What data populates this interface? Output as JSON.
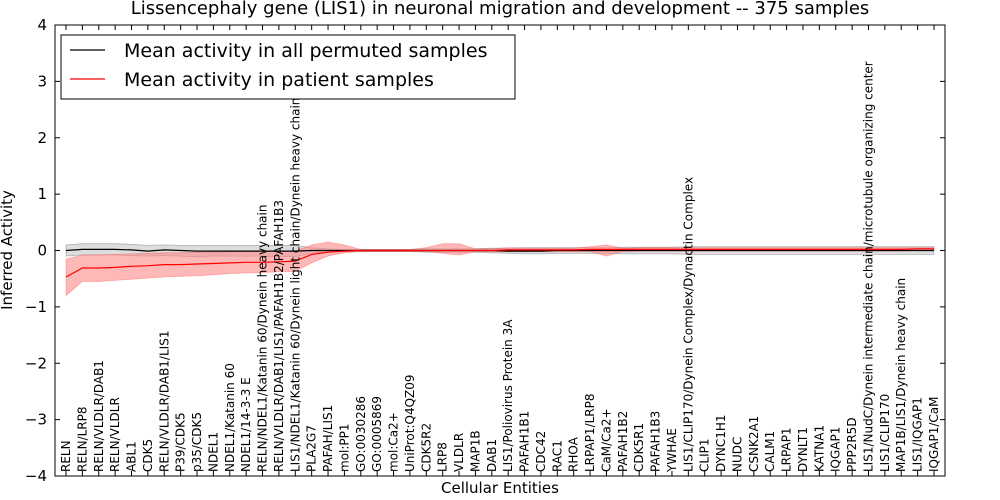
{
  "chart_data": {
    "type": "line",
    "title": "Lissencephaly gene (LIS1) in neuronal migration and development -- 375 samples",
    "xlabel": "Cellular Entities",
    "ylabel": "Inferred Activity",
    "ylim": [
      -4,
      4
    ],
    "yticks": [
      -4,
      -3,
      -2,
      -1,
      0,
      1,
      2,
      3,
      4
    ],
    "ytick_labels": [
      "−4",
      "−3",
      "−2",
      "−1",
      "0",
      "1",
      "2",
      "3",
      "4"
    ],
    "grid": false,
    "legend": "upper-left",
    "categories": [
      "RELN",
      "RELN/LRP8",
      "RELN/VLDLR/DAB1",
      "RELN/VLDLR",
      "ABL1",
      "CDK5",
      "RELN/VLDLR/DAB1/LIS1",
      "P39/CDK5",
      "p35/CDK5",
      "NDEL1",
      "NDEL1/Katanin 60",
      "NDEL1/14-3-3 E",
      "RELN/NDEL1/Katanin 60/Dynein heavy chain",
      "RELN/VLDLR/DAB1/LIS1/PAFAH1B2/PAFAH1B3",
      "LIS1/NDEL1/Katanin 60/Dynein light chain/Dynein heavy chain",
      "PLA2G7",
      "PAFAH/LIS1",
      "mol:PP1",
      "GO:0030286",
      "GO:0005869",
      "mol:Ca2+",
      "UniProt:Q4QZ09",
      "CDK5R2",
      "LRP8",
      "VLDLR",
      "MAP1B",
      "DAB1",
      "LIS1/Poliovirus Protein 3A",
      "PAFAH1B1",
      "CDC42",
      "RAC1",
      "RHOA",
      "LRPAP1/LRP8",
      "CaM/Ca2+",
      "PAFAH1B2",
      "CDK5R1",
      "PAFAH1B3",
      "YWHAE",
      "LIS1/CLIP170/Dynein Complex/Dynactin Complex",
      "CLIP1",
      "DYNC1H1",
      "NUDC",
      "CSNK2A1",
      "CALM1",
      "LRPAP1",
      "DYNLT1",
      "KATNA1",
      "IQGAP1",
      "PPP2R5D",
      "LIS1/NudC/Dynein intermediate chain/microtubule organizing center",
      "LIS1/CLIP170",
      "MAP1B/LIS1/Dynein heavy chain",
      "LIS1/IQGAP1",
      "IQGAP1/CaM"
    ],
    "series": [
      {
        "name": "Mean activity in all permuted samples",
        "color": "#000000",
        "band_color": "#bbbbbb",
        "values": [
          0.0,
          0.02,
          0.02,
          0.02,
          0.01,
          -0.01,
          0.01,
          0.0,
          -0.01,
          -0.01,
          -0.01,
          -0.01,
          -0.01,
          -0.01,
          -0.01,
          0.0,
          0.0,
          0.0,
          0.0,
          0.0,
          0.0,
          0.0,
          0.0,
          0.0,
          0.0,
          0.0,
          0.0,
          -0.01,
          -0.01,
          -0.01,
          0.0,
          0.0,
          0.0,
          0.0,
          0.0,
          0.0,
          0.0,
          0.0,
          0.0,
          0.0,
          0.0,
          0.0,
          0.0,
          0.0,
          0.0,
          0.0,
          0.0,
          0.0,
          0.0,
          0.0,
          0.0,
          0.0,
          0.0,
          0.0
        ],
        "lower": [
          -0.1,
          -0.08,
          -0.08,
          -0.08,
          -0.09,
          -0.1,
          -0.09,
          -0.1,
          -0.11,
          -0.1,
          -0.1,
          -0.1,
          -0.1,
          -0.11,
          -0.11,
          -0.05,
          -0.03,
          -0.02,
          -0.02,
          -0.02,
          -0.02,
          -0.02,
          -0.03,
          -0.03,
          -0.03,
          -0.03,
          -0.04,
          -0.05,
          -0.06,
          -0.06,
          -0.05,
          -0.05,
          -0.05,
          -0.05,
          -0.06,
          -0.06,
          -0.06,
          -0.06,
          -0.07,
          -0.07,
          -0.07,
          -0.07,
          -0.07,
          -0.07,
          -0.07,
          -0.07,
          -0.07,
          -0.07,
          -0.07,
          -0.07,
          -0.07,
          -0.07,
          -0.07,
          -0.07
        ],
        "upper": [
          0.1,
          0.12,
          0.12,
          0.12,
          0.11,
          0.09,
          0.1,
          0.09,
          0.09,
          0.09,
          0.09,
          0.09,
          0.09,
          0.09,
          0.09,
          0.05,
          0.03,
          0.02,
          0.02,
          0.02,
          0.02,
          0.02,
          0.03,
          0.03,
          0.03,
          0.03,
          0.04,
          0.04,
          0.05,
          0.05,
          0.05,
          0.05,
          0.05,
          0.05,
          0.06,
          0.06,
          0.06,
          0.06,
          0.07,
          0.07,
          0.07,
          0.07,
          0.07,
          0.07,
          0.07,
          0.07,
          0.07,
          0.07,
          0.07,
          0.07,
          0.07,
          0.07,
          0.07,
          0.07
        ]
      },
      {
        "name": "Mean activity in patient samples",
        "color": "#ff0000",
        "band_color": "#ff8888",
        "values": [
          -0.47,
          -0.31,
          -0.31,
          -0.3,
          -0.28,
          -0.27,
          -0.25,
          -0.25,
          -0.24,
          -0.23,
          -0.22,
          -0.21,
          -0.21,
          -0.2,
          -0.19,
          -0.07,
          -0.03,
          -0.01,
          0.0,
          0.0,
          0.0,
          0.0,
          0.0,
          0.0,
          0.0,
          0.0,
          0.0,
          0.01,
          0.01,
          0.01,
          0.01,
          0.01,
          0.02,
          0.02,
          0.02,
          0.02,
          0.02,
          0.02,
          0.02,
          0.02,
          0.02,
          0.02,
          0.02,
          0.02,
          0.02,
          0.02,
          0.02,
          0.02,
          0.02,
          0.02,
          0.02,
          0.02,
          0.03,
          0.03
        ],
        "lower": [
          -0.8,
          -0.55,
          -0.55,
          -0.53,
          -0.51,
          -0.49,
          -0.47,
          -0.46,
          -0.45,
          -0.43,
          -0.41,
          -0.4,
          -0.39,
          -0.38,
          -0.37,
          -0.22,
          -0.1,
          -0.04,
          -0.02,
          -0.02,
          -0.02,
          -0.02,
          -0.02,
          -0.05,
          -0.08,
          -0.02,
          -0.02,
          -0.02,
          -0.02,
          -0.02,
          -0.02,
          -0.02,
          -0.02,
          -0.1,
          -0.02,
          -0.01,
          -0.01,
          -0.01,
          -0.01,
          -0.01,
          -0.01,
          -0.01,
          -0.01,
          -0.01,
          -0.01,
          -0.01,
          -0.01,
          -0.01,
          -0.01,
          -0.01,
          -0.01,
          -0.01,
          0.0,
          0.0
        ],
        "upper": [
          -0.15,
          -0.08,
          -0.08,
          -0.07,
          -0.06,
          -0.05,
          -0.04,
          -0.04,
          -0.03,
          -0.03,
          -0.02,
          -0.02,
          -0.02,
          -0.02,
          -0.01,
          0.1,
          0.15,
          0.1,
          0.02,
          0.02,
          0.02,
          0.02,
          0.05,
          0.12,
          0.12,
          0.03,
          0.03,
          0.05,
          0.04,
          0.04,
          0.04,
          0.04,
          0.07,
          0.1,
          0.04,
          0.05,
          0.05,
          0.05,
          0.05,
          0.05,
          0.05,
          0.05,
          0.05,
          0.05,
          0.05,
          0.05,
          0.05,
          0.05,
          0.05,
          0.05,
          0.05,
          0.05,
          0.05,
          0.05
        ]
      }
    ]
  }
}
